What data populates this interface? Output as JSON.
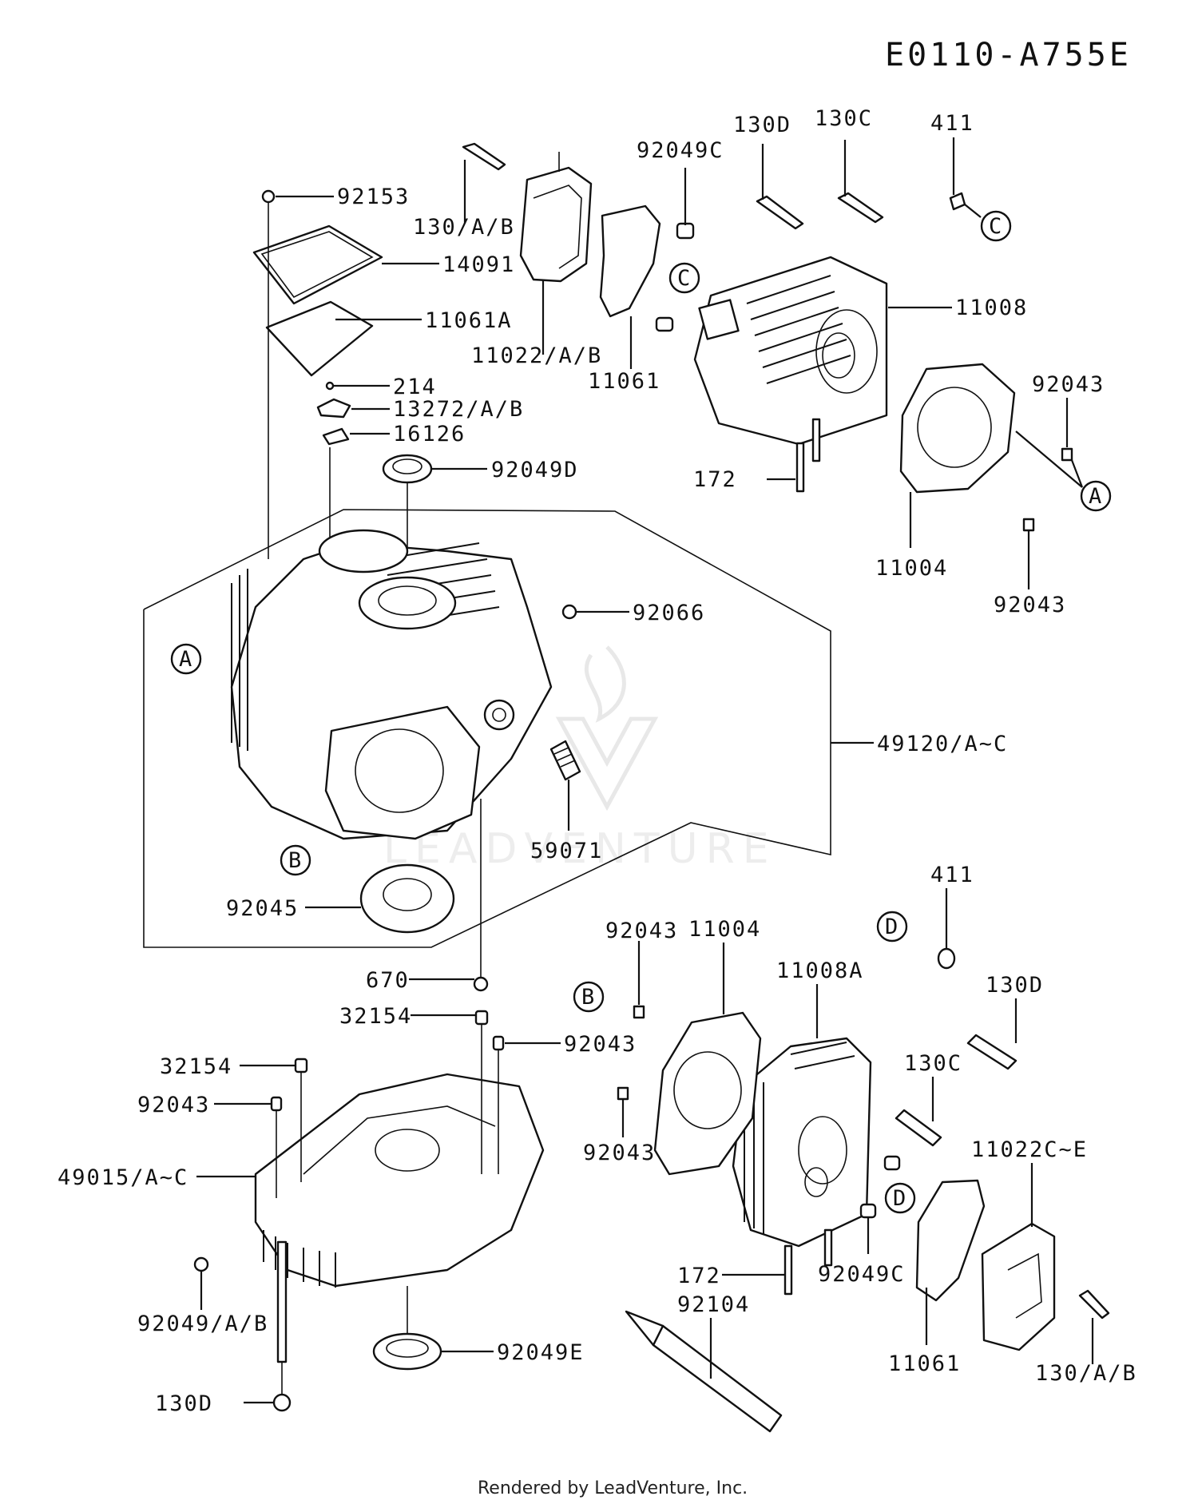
{
  "diagram": {
    "code": "E0110-A755E",
    "footer": "Rendered by LeadVenture, Inc.",
    "watermark": "LEADVENTURE"
  },
  "labels": {
    "p92153": "92153",
    "p14091": "14091",
    "p11061A": "11061A",
    "p214": "214",
    "p13272": "13272/A/B",
    "p16126": "16126",
    "p92049D": "92049D",
    "p130AB_top": "130/A/B",
    "p11022": "11022/A/B",
    "p11061_top": "11061",
    "p92049C_top": "92049C",
    "p130D_top": "130D",
    "p130C_top": "130C",
    "p411_top": "411",
    "p11008": "11008",
    "p92043_a": "92043",
    "p172_top": "172",
    "p11004_top": "11004",
    "p92043_b": "92043",
    "p92066": "92066",
    "p49120": "49120/A~C",
    "p59071": "59071",
    "p92045": "92045",
    "p670": "670",
    "p32154_a": "32154",
    "p32154_b": "32154",
    "p92043_c": "92043",
    "p92043_d": "92043",
    "p49015": "49015/A~C",
    "p92049AB": "92049/A/B",
    "p130D_bot": "130D",
    "p92049E": "92049E",
    "p92104": "92104",
    "p411_bot": "411",
    "p92043_e": "92043",
    "p11004_bot": "11004",
    "p11008A": "11008A",
    "p130D_right": "130D",
    "p130C_bot": "130C",
    "p92043_f": "92043",
    "p11022C": "11022C~E",
    "p172_bot": "172",
    "p92049C_bot": "92049C",
    "p11061_bot": "11061",
    "p130AB_bot": "130/A/B"
  },
  "refs": {
    "A": "A",
    "B": "B",
    "C": "C",
    "D": "D"
  }
}
